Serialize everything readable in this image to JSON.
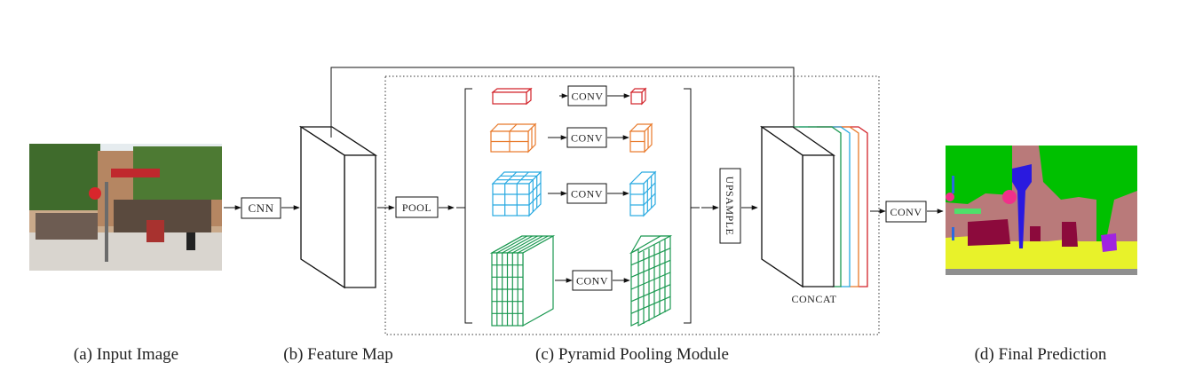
{
  "captions": {
    "input": "(a) Input Image",
    "feature": "(b) Feature Map",
    "pyramid": "(c) Pyramid Pooling Module",
    "prediction": "(d) Final Prediction"
  },
  "ops": {
    "cnn": "CNN",
    "pool": "POOL",
    "conv": "CONV",
    "upsample": "UPSAMPLE",
    "concat": "CONCAT",
    "final_conv": "CONV"
  },
  "colors": {
    "level1": "#d2232a",
    "level2": "#e8792a",
    "level3": "#27a9e1",
    "level4": "#1a9850",
    "outline": "#111111"
  }
}
